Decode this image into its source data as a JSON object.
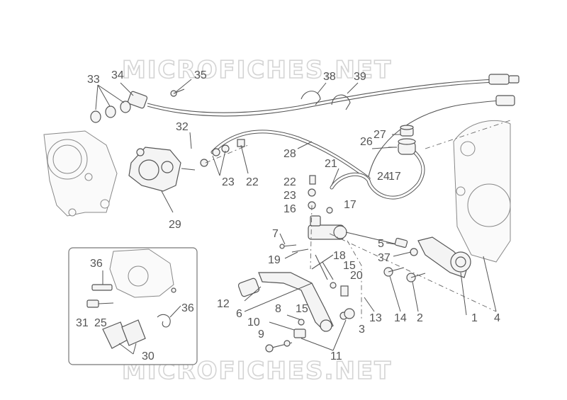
{
  "watermark": "MICROFICHES.NET",
  "callouts": {
    "c33": "33",
    "c34": "34",
    "c35": "35",
    "c38": "38",
    "c39": "39",
    "c32": "32",
    "c28": "28",
    "c27": "27",
    "c26": "26",
    "c21": "21",
    "c24": "24",
    "c17a": "17",
    "c22a": "22",
    "c23a": "23",
    "c22b": "22",
    "c23b": "23",
    "c16": "16",
    "c17b": "17",
    "c29": "29",
    "c7": "7",
    "c5": "5",
    "c37": "37",
    "c19": "19",
    "c18": "18",
    "c15a": "15",
    "c20": "20",
    "c12": "12",
    "c6": "6",
    "c8": "8",
    "c15b": "15",
    "c13": "13",
    "c14": "14",
    "c2": "2",
    "c1": "1",
    "c4": "4",
    "c10": "10",
    "c3": "3",
    "c9": "9",
    "c11": "11",
    "c36a": "36",
    "c36b": "36",
    "c31": "31",
    "c25": "25",
    "c30": "30"
  }
}
